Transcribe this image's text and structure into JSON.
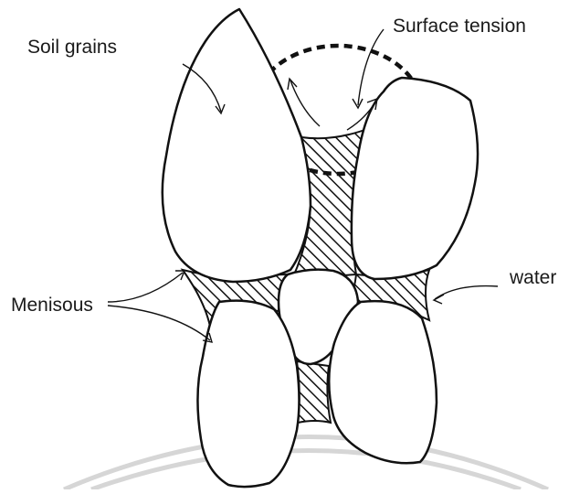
{
  "labels": {
    "soil_grains": "Soil grains",
    "surface_tension": "Surface tension",
    "menisous": "Menisous",
    "water": "water"
  },
  "colors": {
    "ink": "#111111",
    "hatch": "#111111",
    "watermark": "#d6d6d6",
    "background": "#ffffff"
  }
}
